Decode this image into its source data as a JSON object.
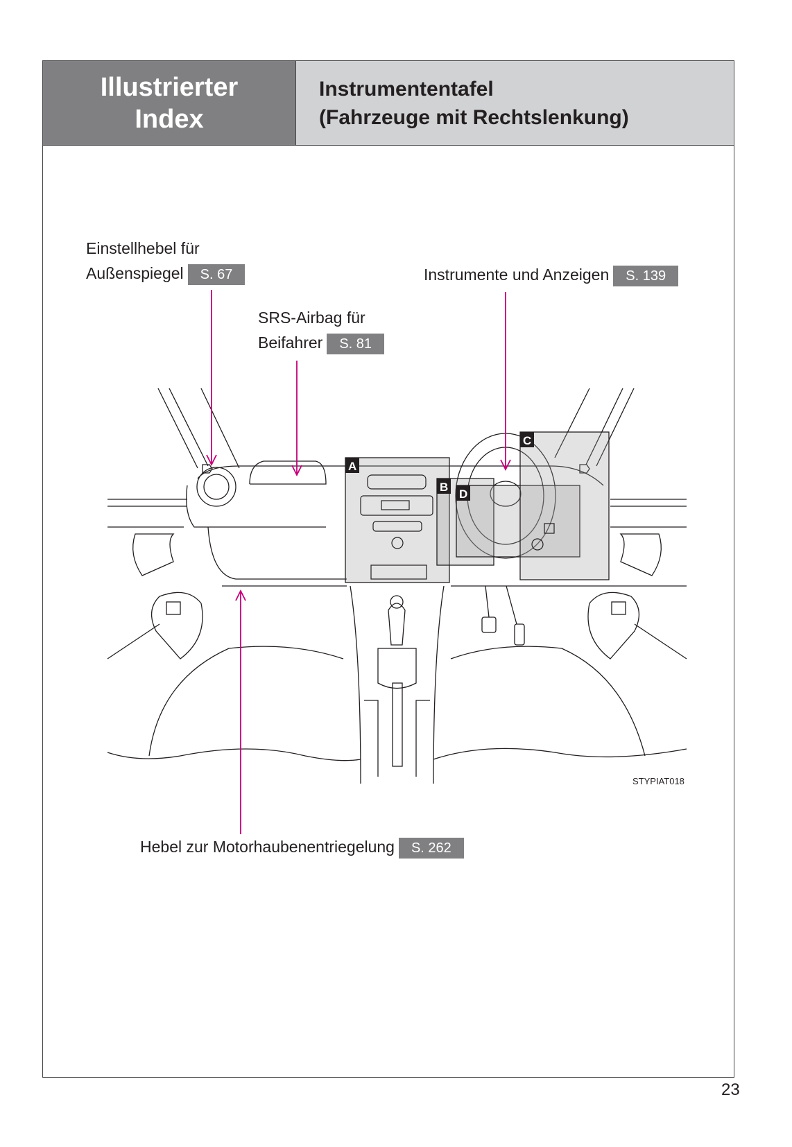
{
  "header": {
    "section_line1": "Illustrierter",
    "section_line2": "Index",
    "title_line1": "Instrumententafel",
    "title_line2": "(Fahrzeuge mit Rechtslenkung)"
  },
  "callouts": [
    {
      "line1": "Einstellhebel für",
      "line2": "Außenspiegel",
      "page": "S. 67"
    },
    {
      "line1": "SRS-Airbag für",
      "line2": "Beifahrer",
      "page": "S. 81"
    },
    {
      "line1": "Instrumente und Anzeigen",
      "page": "S. 139"
    },
    {
      "line1": "Hebel zur Motorhaubenentriegelung",
      "page": "S. 262"
    }
  ],
  "detail_markers": [
    "A",
    "B",
    "C",
    "D"
  ],
  "illustration_code": "STYPIAT018",
  "page_number": "23",
  "colors": {
    "leader": "#c4007a",
    "badge": "#808082",
    "header_dark": "#808082",
    "header_light": "#d1d2d4"
  }
}
